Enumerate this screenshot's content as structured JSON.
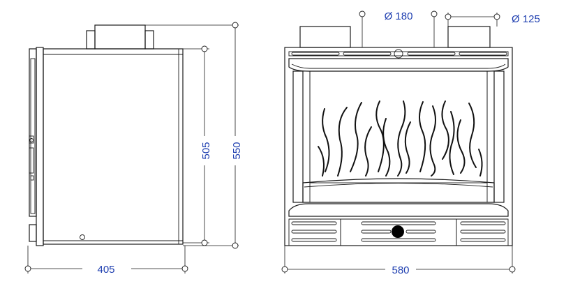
{
  "colors": {
    "line": "#1a1a1a",
    "label": "#1f3fb0",
    "background": "#ffffff"
  },
  "dimensions": {
    "depth": "405",
    "height_inner": "505",
    "height_total": "550",
    "width": "580",
    "flue_left": "Ø 180",
    "flue_right": "Ø 125"
  }
}
